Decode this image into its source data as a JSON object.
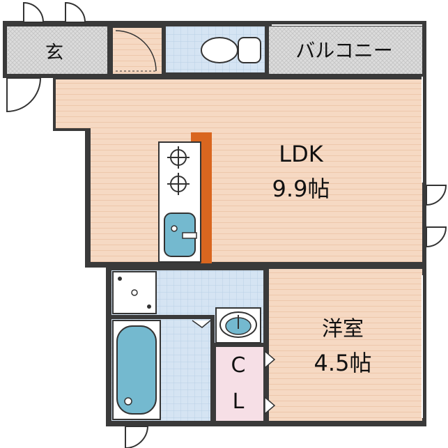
{
  "rooms": {
    "entrance": {
      "label": "玄"
    },
    "balcony": {
      "label": "バルコニー"
    },
    "ldk": {
      "label": "LDK",
      "size": "9.9帖"
    },
    "western": {
      "label": "洋室",
      "size": "4.5帖"
    },
    "closet": {
      "line1": "C",
      "line2": "L"
    }
  },
  "colors": {
    "wall": "#3a3a3a",
    "floor_wood": "#f6d9c3",
    "floor_wood_line": "#edc7ab",
    "floor_tile": "#d5e4f3",
    "floor_tile_line": "#b9cfe6",
    "balcony": "#d9d9d9",
    "fixture_blue": "#74b9cf",
    "counter_orange": "#d9661f",
    "white": "#ffffff"
  },
  "icons": [
    "toilet-icon",
    "stove-burner-icon",
    "kitchen-sink-icon",
    "washing-machine-pan-icon",
    "bathtub-icon",
    "wash-basin-icon",
    "door-swing-icon"
  ]
}
